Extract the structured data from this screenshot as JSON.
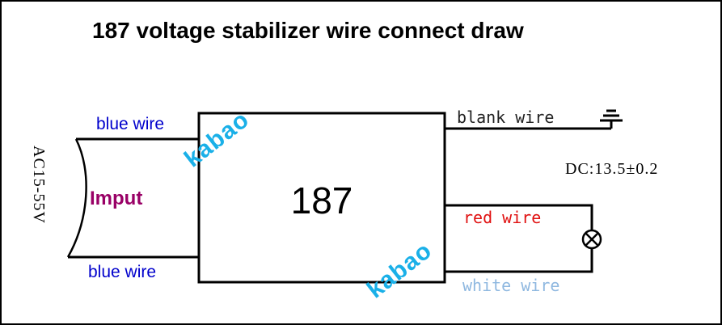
{
  "title": "187 voltage stabilizer wire connect draw",
  "module": {
    "label": "187"
  },
  "input": {
    "top_wire_label": "blue wire",
    "bottom_wire_label": "blue wire",
    "side_label": "Imput",
    "voltage_label": "AC15-55V"
  },
  "output": {
    "ground_wire_label": "blank wire",
    "positive_wire_label": "red wire",
    "negative_wire_label": "white wire",
    "dc_label": "DC:13.5±0.2"
  },
  "watermark": {
    "text": "kabao"
  },
  "colors": {
    "blue_wire_text": "#0000cc",
    "imput_text": "#990066",
    "red_wire_text": "#e01010",
    "white_wire_text": "#8fb8e0",
    "blank_wire_text": "#222222",
    "watermark": "#1ab0e8"
  }
}
